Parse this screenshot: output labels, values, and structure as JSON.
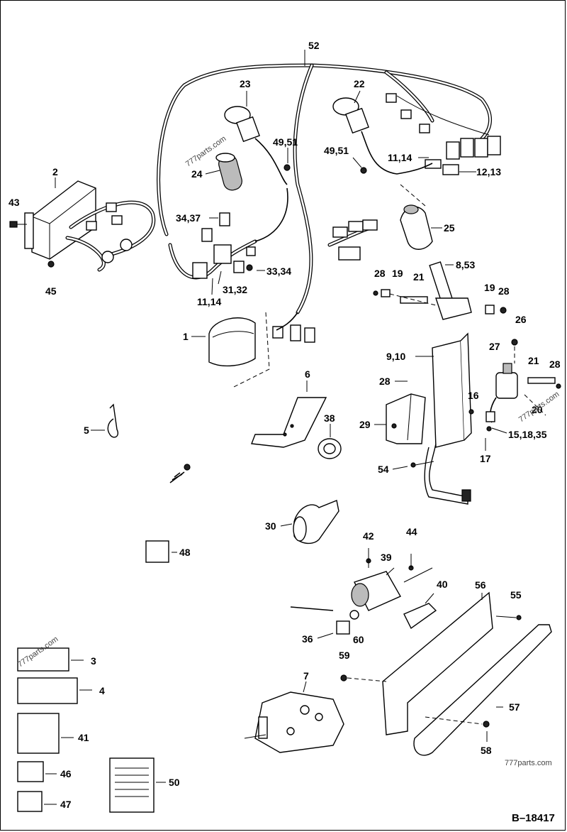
{
  "diagram": {
    "drawing_number": "B–18417",
    "watermarks": [
      "777parts.com",
      "777parts.com",
      "777parts.com",
      "777parts.com"
    ],
    "callouts": [
      {
        "id": "c52",
        "text": "52"
      },
      {
        "id": "c23",
        "text": "23"
      },
      {
        "id": "c22",
        "text": "22"
      },
      {
        "id": "c49a",
        "text": "49,51"
      },
      {
        "id": "c49b",
        "text": "49,51"
      },
      {
        "id": "c24",
        "text": "24"
      },
      {
        "id": "c1114a",
        "text": "11,14"
      },
      {
        "id": "c1213",
        "text": "12,13"
      },
      {
        "id": "c2",
        "text": "2"
      },
      {
        "id": "c43",
        "text": "43"
      },
      {
        "id": "c45",
        "text": "45"
      },
      {
        "id": "c3437",
        "text": "34,37"
      },
      {
        "id": "c25",
        "text": "25"
      },
      {
        "id": "c3334",
        "text": "33,34"
      },
      {
        "id": "c3132",
        "text": "31,32"
      },
      {
        "id": "c1114b",
        "text": "11,14"
      },
      {
        "id": "c853",
        "text": "8,53"
      },
      {
        "id": "c28a",
        "text": "28"
      },
      {
        "id": "c19a",
        "text": "19"
      },
      {
        "id": "c21a",
        "text": "21"
      },
      {
        "id": "c19b",
        "text": "19"
      },
      {
        "id": "c28b",
        "text": "28"
      },
      {
        "id": "c26",
        "text": "26"
      },
      {
        "id": "c1",
        "text": "1"
      },
      {
        "id": "c27",
        "text": "27"
      },
      {
        "id": "c910",
        "text": "9,10"
      },
      {
        "id": "c21b",
        "text": "21"
      },
      {
        "id": "c28c",
        "text": "28"
      },
      {
        "id": "c28d",
        "text": "28"
      },
      {
        "id": "c6",
        "text": "6"
      },
      {
        "id": "c16",
        "text": "16"
      },
      {
        "id": "c20",
        "text": "20"
      },
      {
        "id": "c29",
        "text": "29"
      },
      {
        "id": "c38",
        "text": "38"
      },
      {
        "id": "c151835",
        "text": "15,18,35"
      },
      {
        "id": "c5",
        "text": "5"
      },
      {
        "id": "c17",
        "text": "17"
      },
      {
        "id": "c54",
        "text": "54"
      },
      {
        "id": "c30",
        "text": "30"
      },
      {
        "id": "c42",
        "text": "42"
      },
      {
        "id": "c44",
        "text": "44"
      },
      {
        "id": "c48",
        "text": "48"
      },
      {
        "id": "c39",
        "text": "39"
      },
      {
        "id": "c40",
        "text": "40"
      },
      {
        "id": "c56",
        "text": "56"
      },
      {
        "id": "c55",
        "text": "55"
      },
      {
        "id": "c36",
        "text": "36"
      },
      {
        "id": "c60",
        "text": "60"
      },
      {
        "id": "c3",
        "text": "3"
      },
      {
        "id": "c59",
        "text": "59"
      },
      {
        "id": "c4",
        "text": "4"
      },
      {
        "id": "c7",
        "text": "7"
      },
      {
        "id": "c57",
        "text": "57"
      },
      {
        "id": "c41",
        "text": "41"
      },
      {
        "id": "c58",
        "text": "58"
      },
      {
        "id": "c46",
        "text": "46"
      },
      {
        "id": "c50",
        "text": "50"
      },
      {
        "id": "c47",
        "text": "47"
      }
    ]
  }
}
